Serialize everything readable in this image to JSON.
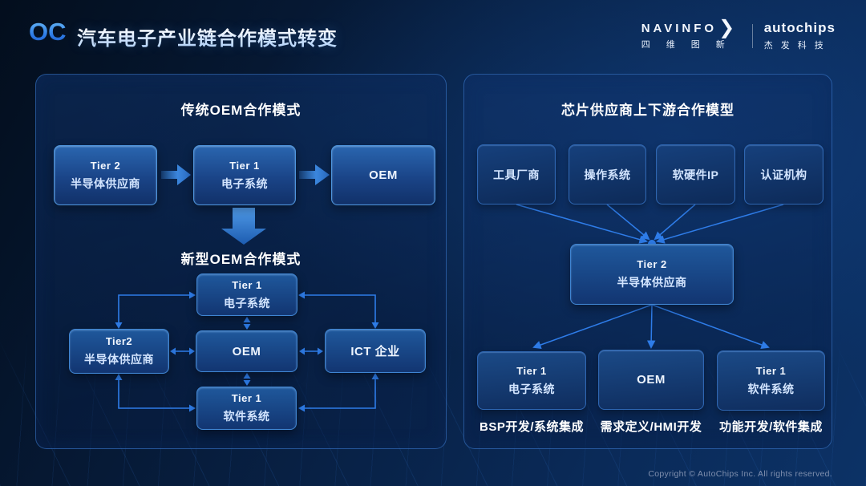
{
  "header": {
    "logo": "OC",
    "title": "汽车电子产业链合作模式转变",
    "brand_navinfo": {
      "wordmark": "NAVINFO",
      "chevron": "❯",
      "subtext": "四维图新"
    },
    "brand_autochips": {
      "wordmark": "autochips",
      "subtext": "杰发科技"
    }
  },
  "left_panel": {
    "traditional": {
      "title": "传统OEM合作模式",
      "tier2": {
        "line1": "Tier 2",
        "line2": "半导体供应商"
      },
      "tier1": {
        "line1": "Tier 1",
        "line2": "电子系统"
      },
      "oem": "OEM"
    },
    "new_model": {
      "title": "新型OEM合作模式",
      "top": {
        "line1": "Tier 1",
        "line2": "电子系统"
      },
      "left": {
        "line1": "Tier2",
        "line2": "半导体供应商"
      },
      "center": "OEM",
      "right": "ICT 企业",
      "bottom": {
        "line1": "Tier 1",
        "line2": "软件系统"
      }
    }
  },
  "right_panel": {
    "title": "芯片供应商上下游合作模型",
    "suppliers": [
      "工具厂商",
      "操作系统",
      "软硬件IP",
      "认证机构"
    ],
    "hub": {
      "line1": "Tier 2",
      "line2": "半导体供应商"
    },
    "downstream": [
      {
        "line1": "Tier 1",
        "line2": "电子系统",
        "caption": "BSP开发/系统集成"
      },
      {
        "line1": "OEM",
        "caption": "需求定义/HMI开发"
      },
      {
        "line1": "Tier 1",
        "line2": "软件系统",
        "caption": "功能开发/软件集成"
      }
    ]
  },
  "footer": {
    "copyright": "Copyright © AutoChips Inc.  All rights reserved."
  },
  "colors": {
    "accent_line": "#2e7ce8",
    "box_border": "#4e95dd",
    "background_deep": "#030e1d",
    "background_mid": "#0a2a58"
  }
}
